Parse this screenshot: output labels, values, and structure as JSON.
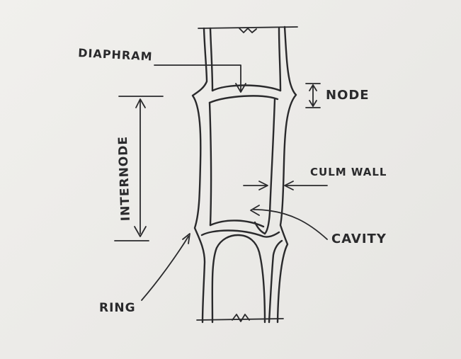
{
  "diagram": {
    "labels": {
      "diaphragm": "DIAPHRAM",
      "node": "NODE",
      "internode": "INTERNODE",
      "culm_wall": "CULM WALL",
      "cavity": "CAVITY",
      "ring": "RING"
    },
    "ink_color": "#2a2a2c",
    "paper_color": "#eeede9"
  }
}
